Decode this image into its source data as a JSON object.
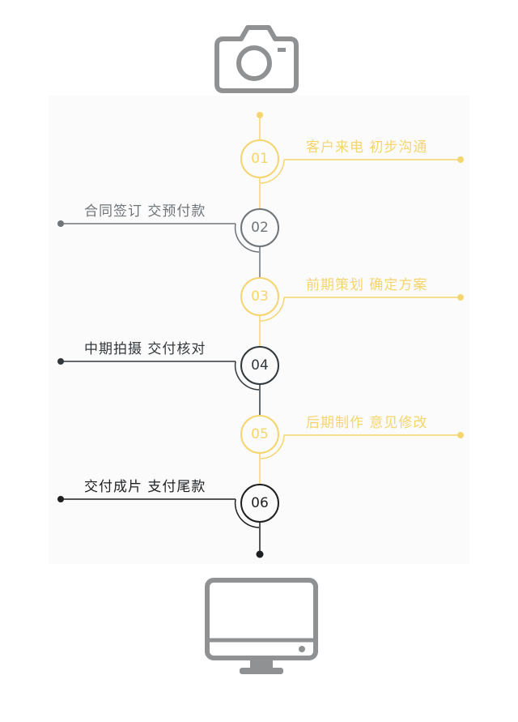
{
  "colors": {
    "yellow": "#f5d56e",
    "slate": "#6f7478",
    "dark": "#33383c",
    "black": "#1e1f21",
    "gray": "#8f9193"
  },
  "icons": {
    "top": "camera-icon",
    "bottom": "monitor-icon"
  },
  "steps": [
    {
      "number": "01",
      "label": "客户来电 初步沟通",
      "side": "right",
      "color": "#f5d56e"
    },
    {
      "number": "02",
      "label": "合同签订 交预付款",
      "side": "left",
      "color": "#6f7478"
    },
    {
      "number": "03",
      "label": "前期策划 确定方案",
      "side": "right",
      "color": "#f5d56e"
    },
    {
      "number": "04",
      "label": "中期拍摄 交付核对",
      "side": "left",
      "color": "#33383c"
    },
    {
      "number": "05",
      "label": "后期制作 意见修改",
      "side": "right",
      "color": "#f5d56e"
    },
    {
      "number": "06",
      "label": "交付成片 支付尾款",
      "side": "left",
      "color": "#1e1f21"
    }
  ]
}
